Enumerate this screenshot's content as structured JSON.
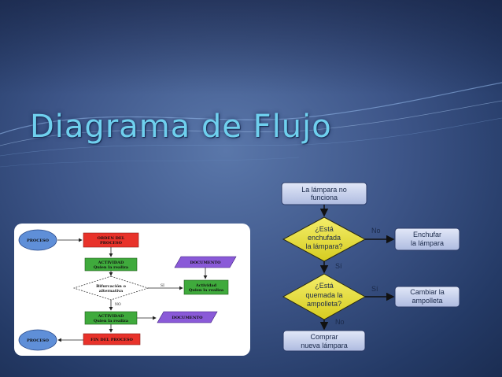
{
  "title": "Diagrama de Flujo",
  "left_diagram": {
    "proceso_top": "PROCESO",
    "orden_line1": "ORDEN DEL",
    "orden_line2": "PROCESO",
    "actividad1_line1": "ACTIVIDAD",
    "actividad1_line2": "Quien la realiza",
    "documento1": "DOCUMENTO",
    "decision_line1": "Bifurcación o",
    "decision_line2": "alternativa",
    "si_label": "SI",
    "no_label": "NO",
    "actividad_right_line1": "Actividad",
    "actividad_right_line2": "Quien la realiza",
    "actividad2_line1": "ACTIVIDAD",
    "actividad2_line2": "Quien la realiza",
    "documento2": "DOCUMENTO",
    "proceso_bottom": "PROCESO",
    "fin": "FIN DEL PROCESO"
  },
  "right_diagram": {
    "start_line1": "La lámpara no",
    "start_line2": "funciona",
    "q1_line1": "¿Está",
    "q1_line2": "enchufada",
    "q1_line3": "la lámpara?",
    "no1": "No",
    "enchufar_line1": "Enchufar",
    "enchufar_line2": "la lámpara",
    "si1": "Sí",
    "q2_line1": "¿Está",
    "q2_line2": "quemada la",
    "q2_line3": "ampolleta?",
    "si2": "Sí",
    "cambiar_line1": "Cambiar la",
    "cambiar_line2": "ampolleta",
    "no2": "No",
    "comprar_line1": "Comprar",
    "comprar_line2": "nueva lámpara"
  },
  "colors": {
    "background": "#3d5588",
    "title": "#6fd0ee",
    "left_red": "#e8322a",
    "left_green": "#3faa3c",
    "left_violet": "#8a5ad8",
    "left_oval": "#5f8fd8",
    "right_box": "#c9d2ee",
    "right_diamond": "#e8e040"
  }
}
